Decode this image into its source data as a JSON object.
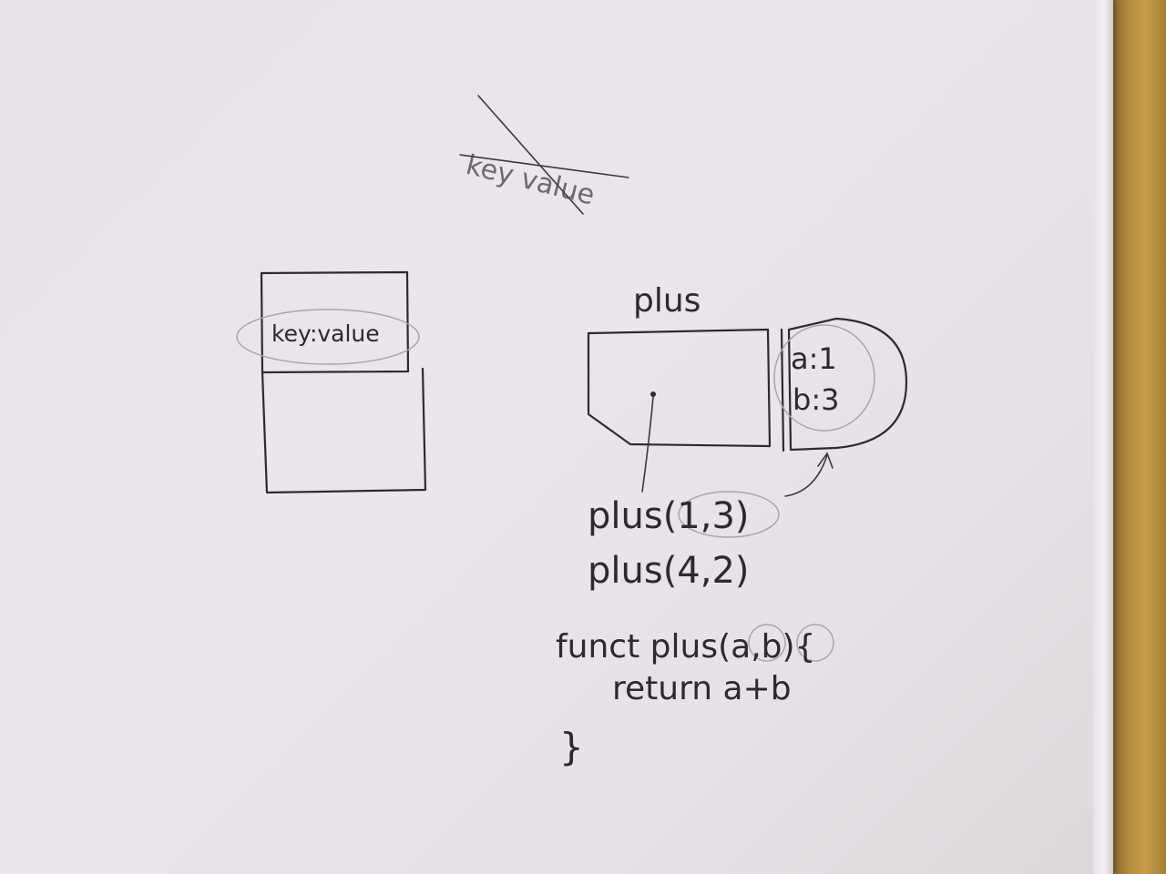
{
  "crossed_out_text": "key value",
  "left_box": {
    "entry": "key:value"
  },
  "function_box": {
    "label": "plus"
  },
  "scope": {
    "lines": [
      "a:1",
      "b:3"
    ]
  },
  "calls": [
    "plus(1,3)",
    "plus(4,2)"
  ],
  "code": {
    "line1": "funct plus(a,b){",
    "line2": "return a+b",
    "line3": "}"
  }
}
